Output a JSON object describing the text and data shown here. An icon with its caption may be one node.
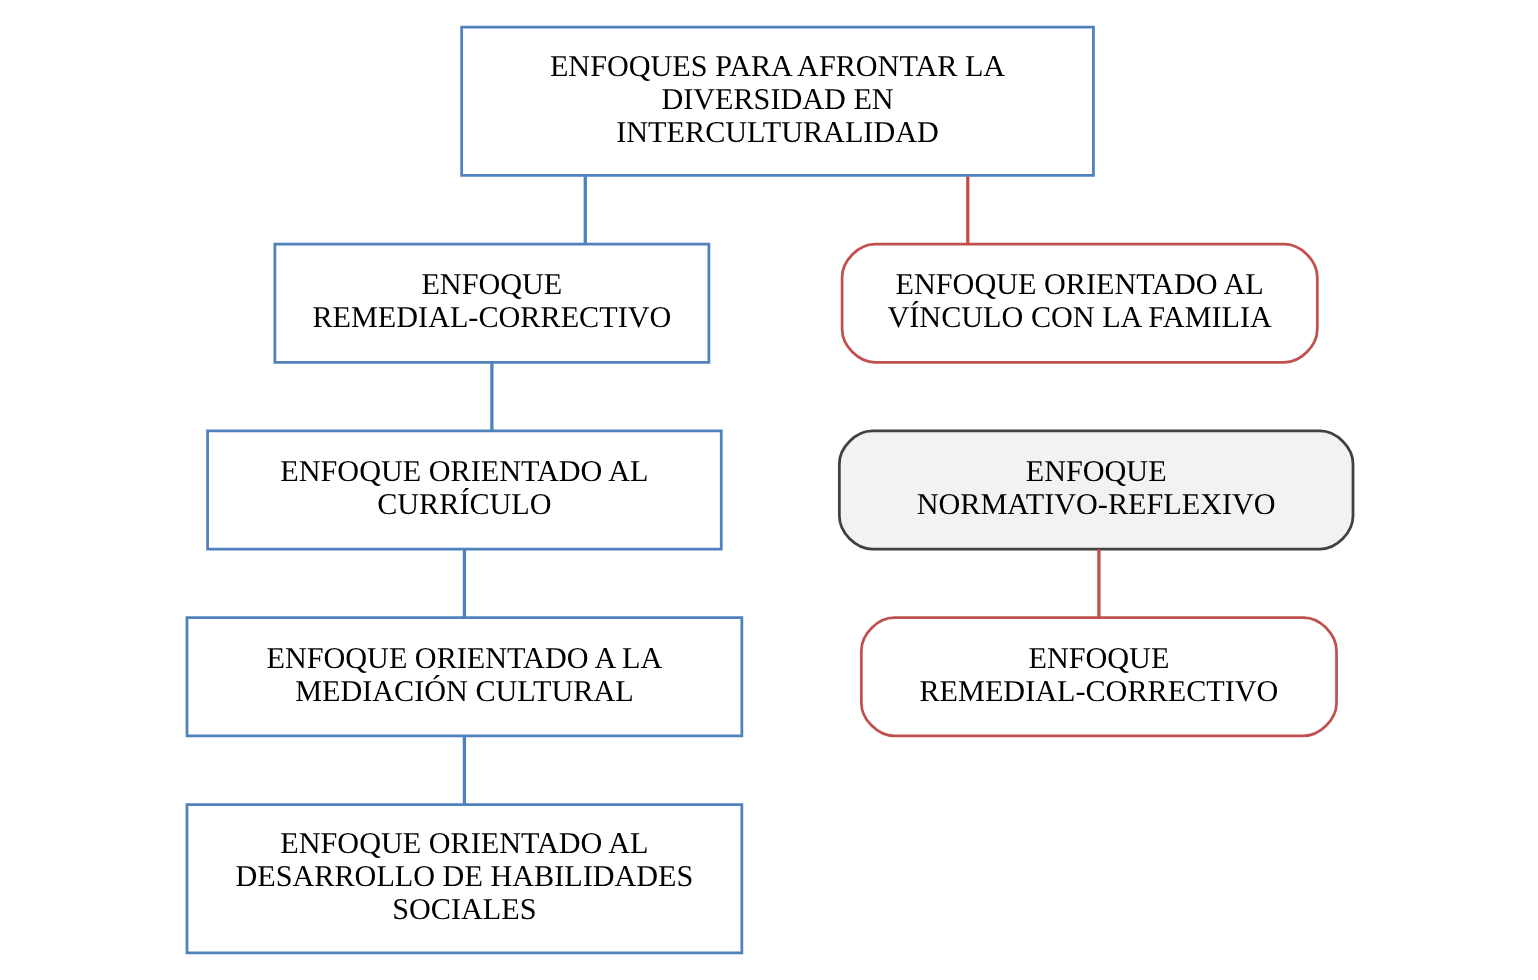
{
  "diagram": {
    "nodes": [
      {
        "text": [
          "ENFOQUES PARA AFRONTAR LA DIVERSIDAD EN INTERCULTURALIDAD"
        ]
      },
      {
        "text": [
          "ENFOQUE REMEDIAL-CORRECTIVO"
        ]
      },
      {
        "text": [
          "ENFOQUE ORIENTADO AL CURRÍCULO"
        ]
      },
      {
        "text": [
          "ENFOQUE ORIENTADO A LA MEDIACIÓN CULTURAL"
        ]
      },
      {
        "text": [
          "ENFOQUE ORIENTADO AL DESARROLLO DE HABILIDADES SOCIALES"
        ]
      },
      {
        "text": [
          "ENFOQUE ORIENTADO AL VÍNCULO CON LA FAMILIA"
        ]
      },
      {
        "text": [
          "ENFOQUE NORMATIVO-REFLEXIVO"
        ]
      },
      {
        "text": [
          "ENFOQUE REMEDIAL-CORRECTIVO"
        ]
      }
    ],
    "edges": [
      {
        "from": 0,
        "to": 1,
        "arrow": "none"
      },
      {
        "from": 1,
        "to": 2,
        "arrow": "none"
      },
      {
        "from": 2,
        "to": 3,
        "arrow": "none"
      },
      {
        "from": 3,
        "to": 4,
        "arrow": "none"
      },
      {
        "from": 0,
        "to": 5,
        "arrow": "none",
        "color": "#c0504d"
      },
      {
        "from": 6,
        "to": 7,
        "arrow": "none",
        "color": "#c0504d"
      }
    ]
  }
}
